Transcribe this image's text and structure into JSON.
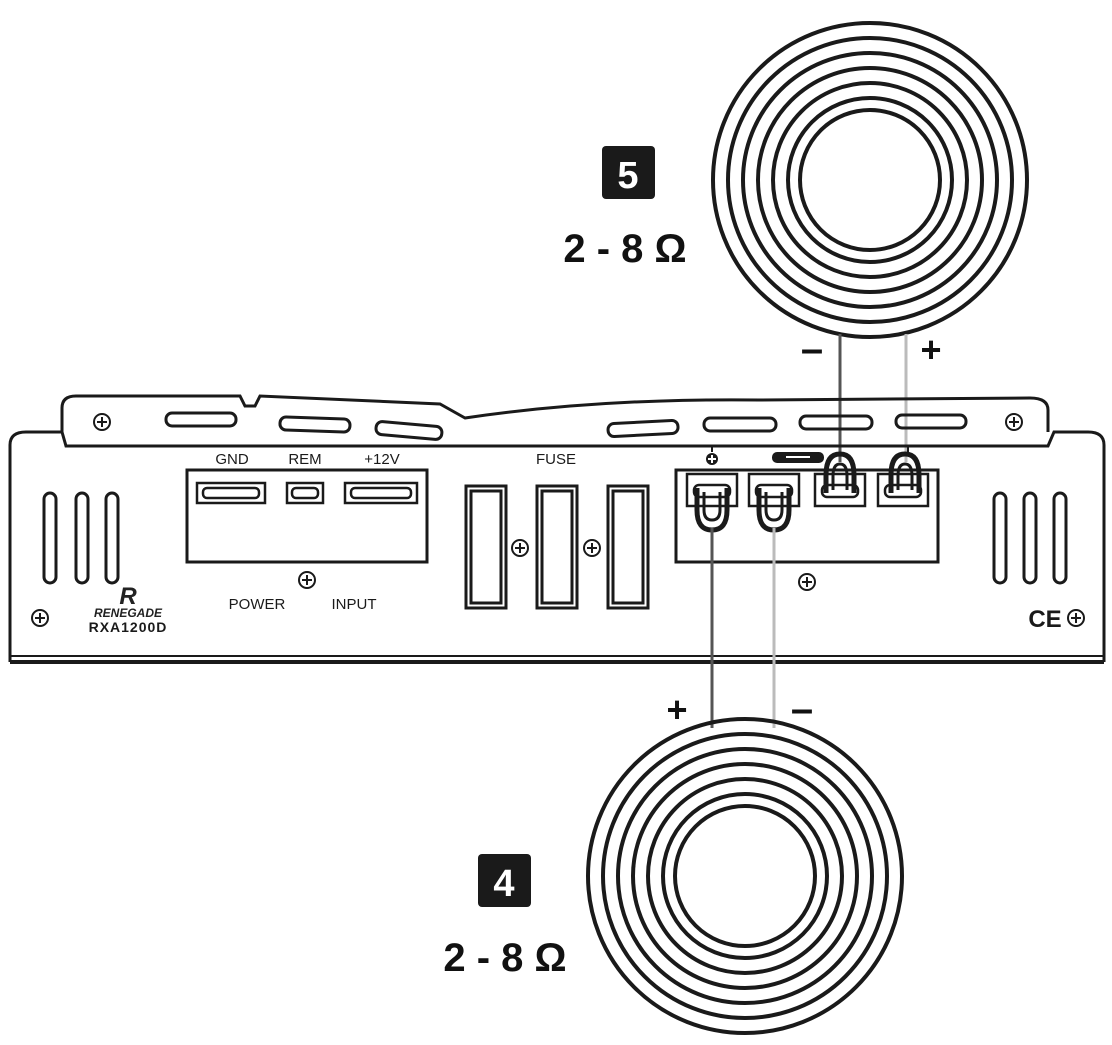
{
  "amplifier": {
    "power_terminals": {
      "gnd": "GND",
      "rem": "REM",
      "plus12v": "+12V"
    },
    "power_label": "POWER",
    "input_label": "INPUT",
    "fuse_label": "FUSE",
    "brand": "RENEGADE",
    "model": "RXA1200D",
    "certification": "CE"
  },
  "speakers": [
    {
      "number": "5",
      "impedance": "2 - 8 Ω",
      "minus_label": "–",
      "plus_label": "+"
    },
    {
      "number": "4",
      "impedance": "2 - 8 Ω",
      "plus_label": "+",
      "minus_label": "–"
    }
  ],
  "colors": {
    "line": "#1a1a1a",
    "badge": "#1a1a1a",
    "wire_dark": "#555555",
    "wire_light": "#bbbbbb"
  }
}
